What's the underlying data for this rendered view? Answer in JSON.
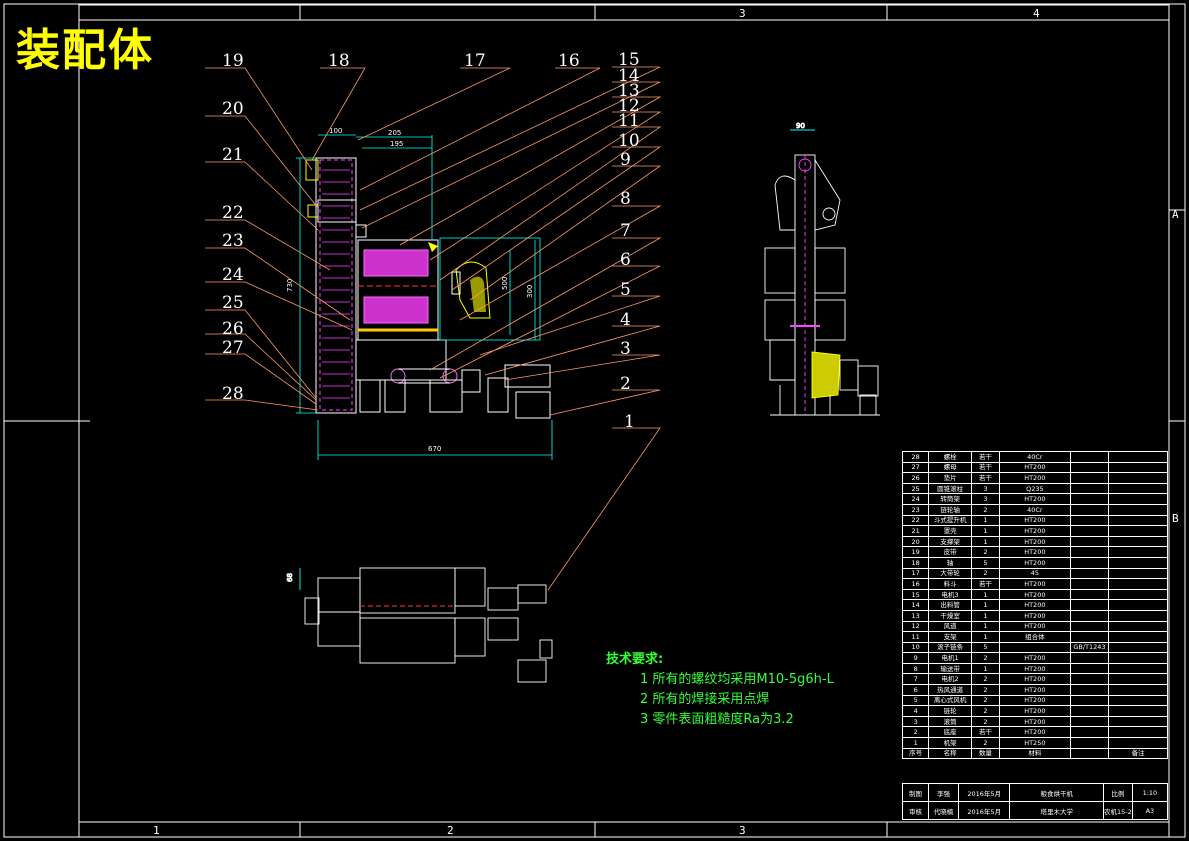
{
  "drawing_title": "装配体",
  "border_zones": {
    "top": [
      "3",
      "4"
    ],
    "bottom": [
      "1",
      "2",
      "3"
    ],
    "right": [
      "A",
      "B"
    ]
  },
  "part_labels": [
    "19",
    "18",
    "17",
    "16",
    "15",
    "14",
    "13",
    "12",
    "11",
    "10",
    "9",
    "8",
    "7",
    "6",
    "5",
    "4",
    "3",
    "2",
    "1",
    "20",
    "21",
    "22",
    "23",
    "24",
    "25",
    "26",
    "27",
    "28"
  ],
  "dimensions": {
    "front_100": "100",
    "front_205": "205",
    "front_195": "195",
    "front_730": "730",
    "front_300": "300",
    "front_500": "500",
    "front_670": "670",
    "side_90": "90",
    "top_68": "68"
  },
  "tech_requirements": {
    "heading": "技术要求:",
    "items": [
      "1 所有的螺纹均采用M10-5g6h-L",
      "2 所有的焊接采用点焊",
      "3 零件表面粗糙度Ra为3.2"
    ]
  },
  "bom": {
    "rows": [
      [
        "28",
        "螺栓",
        "若干",
        "40Cr",
        "",
        ""
      ],
      [
        "27",
        "螺母",
        "若干",
        "HT200",
        "",
        ""
      ],
      [
        "26",
        "垫片",
        "若干",
        "HT200",
        "",
        ""
      ],
      [
        "25",
        "圆锥滚柱",
        "3",
        "Q235",
        "",
        ""
      ],
      [
        "24",
        "转筒架",
        "3",
        "HT200",
        "",
        ""
      ],
      [
        "23",
        "链轮轴",
        "2",
        "40Cr",
        "",
        ""
      ],
      [
        "22",
        "斗式提升机",
        "1",
        "HT200",
        "",
        ""
      ],
      [
        "21",
        "罩壳",
        "1",
        "HT200",
        "",
        ""
      ],
      [
        "20",
        "支撑架",
        "1",
        "HT200",
        "",
        ""
      ],
      [
        "19",
        "皮带",
        "2",
        "HT200",
        "",
        ""
      ],
      [
        "18",
        "轴",
        "5",
        "HT200",
        "",
        ""
      ],
      [
        "17",
        "大带轮",
        "2",
        "45",
        "",
        ""
      ],
      [
        "16",
        "料斗",
        "若干",
        "HT200",
        "",
        ""
      ],
      [
        "15",
        "电机3",
        "1",
        "HT200",
        "",
        ""
      ],
      [
        "14",
        "出料管",
        "1",
        "HT200",
        "",
        ""
      ],
      [
        "13",
        "干燥室",
        "1",
        "HT200",
        "",
        ""
      ],
      [
        "12",
        "风道",
        "1",
        "HT200",
        "",
        ""
      ],
      [
        "11",
        "支架",
        "1",
        "组合体",
        "",
        ""
      ],
      [
        "10",
        "滚子链条",
        "5",
        "",
        "GB/T1243",
        ""
      ],
      [
        "9",
        "电机1",
        "2",
        "HT200",
        "",
        ""
      ],
      [
        "8",
        "输送带",
        "1",
        "HT200",
        "",
        ""
      ],
      [
        "7",
        "电机2",
        "2",
        "HT200",
        "",
        ""
      ],
      [
        "6",
        "热风通道",
        "2",
        "HT200",
        "",
        ""
      ],
      [
        "5",
        "离心式风机",
        "2",
        "HT200",
        "",
        ""
      ],
      [
        "4",
        "链轮",
        "2",
        "HT200",
        "",
        ""
      ],
      [
        "3",
        "滚筒",
        "2",
        "HT200",
        "",
        ""
      ],
      [
        "2",
        "底座",
        "若干",
        "HT200",
        "",
        ""
      ],
      [
        "1",
        "机架",
        "2",
        "HT250",
        "",
        ""
      ]
    ],
    "header": [
      "序号",
      "名称",
      "数量",
      "材料",
      "",
      "备注"
    ]
  },
  "title_block": {
    "row1": [
      "制图",
      "李强",
      "2016年5月",
      "粮食烘干机",
      "比例",
      "1:10"
    ],
    "row2": [
      "审核",
      "代晓楠",
      "2016年5月",
      "塔里木大学",
      "农机15-2",
      "A3"
    ]
  },
  "colors": {
    "background": "#000000",
    "title": "#ffff00",
    "leader": "#ff9966",
    "dimension": "#00ffff",
    "hatch": "#ff00ff",
    "tech_text": "#33ff33",
    "line": "#ffffff"
  }
}
